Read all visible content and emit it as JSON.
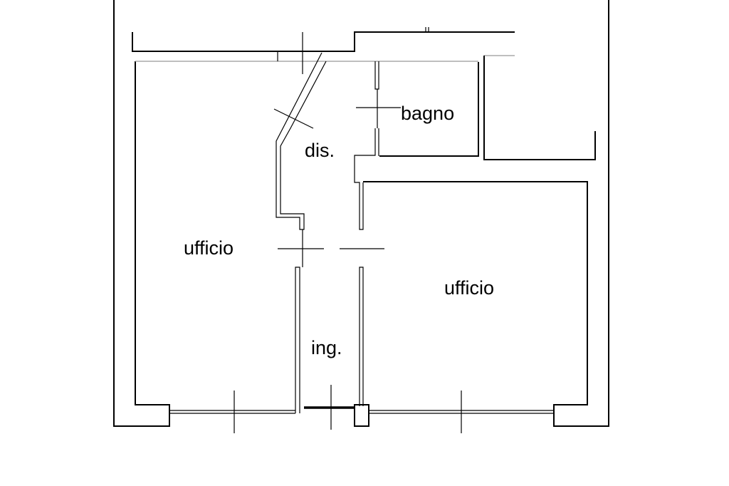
{
  "rooms": {
    "bathroom": "bagno",
    "hallway": "dis.",
    "office_left": "ufficio",
    "office_right": "ufficio",
    "entrance": "ing."
  }
}
